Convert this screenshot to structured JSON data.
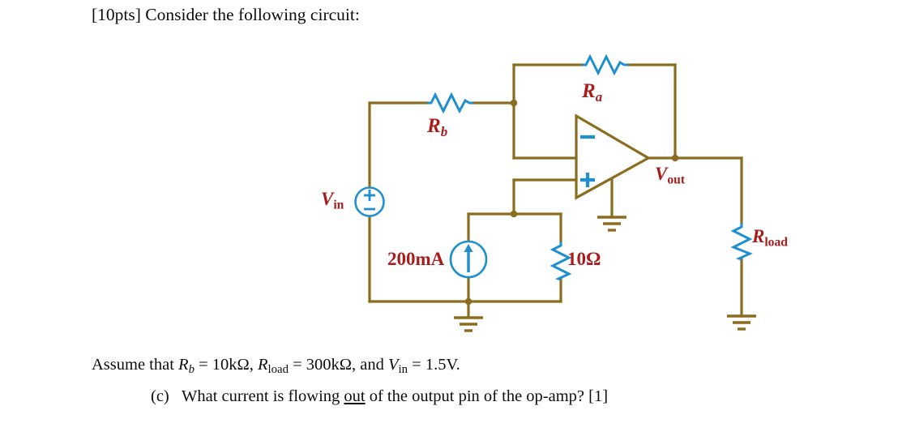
{
  "document": {
    "prompt": {
      "marks": "[10pts]",
      "text": "Consider the following circuit:"
    },
    "assumptions": {
      "lead": "Assume that",
      "rb_symbol": "R",
      "rb_sub": "b",
      "rb_value": "10kΩ",
      "rload_symbol": "R",
      "rload_sub": "load",
      "rload_value": "300kΩ",
      "conj": "and",
      "vin_symbol": "V",
      "vin_sub": "in",
      "vin_value": "1.5V",
      "full_text": "Assume that Rb = 10kΩ, Rload = 300kΩ, and Vin = 1.5V."
    },
    "question": {
      "label": "(c)",
      "part1": "What current is flowing ",
      "emphasis": "out",
      "part2": " of the output pin of the op-amp?",
      "points": "[1]",
      "full_text": "(c) What current is flowing out of the output pin of the op-amp? [1]"
    }
  },
  "circuit": {
    "title": "op-amp circuit with feedback network and current source",
    "colors": {
      "wire": "#8a6d1f",
      "component": "#1f8fd0",
      "label": "#a81c1c",
      "text": "#0d0d0d",
      "background": "#ffffff"
    },
    "labels": {
      "ra": {
        "symbol": "R",
        "sub": "a",
        "text": "Ra"
      },
      "rb": {
        "symbol": "R",
        "sub": "b",
        "text": "Rb"
      },
      "vout": {
        "symbol": "V",
        "sub": "out",
        "text": "Vout"
      },
      "vin": {
        "symbol": "V",
        "sub": "in",
        "text": "Vin"
      },
      "rload": {
        "symbol": "R",
        "sub": "load",
        "text": "Rload"
      },
      "current_source": "200mA",
      "resistor_10ohm": "10Ω"
    },
    "opamp": {
      "minus_terminal": "−",
      "plus_terminal": "+",
      "supply": "ground"
    },
    "source": {
      "plus_terminal": "+",
      "minus_terminal": "−"
    },
    "components": [
      {
        "name": "Rb",
        "type": "resistor",
        "orientation": "horizontal"
      },
      {
        "name": "Ra",
        "type": "resistor",
        "orientation": "horizontal"
      },
      {
        "name": "Rload",
        "type": "resistor",
        "orientation": "vertical"
      },
      {
        "name": "10Ω",
        "type": "resistor",
        "orientation": "vertical"
      },
      {
        "name": "Vin",
        "type": "voltage-source",
        "orientation": "vertical"
      },
      {
        "name": "200mA",
        "type": "current-source",
        "orientation": "vertical",
        "arrow": "up"
      }
    ]
  }
}
